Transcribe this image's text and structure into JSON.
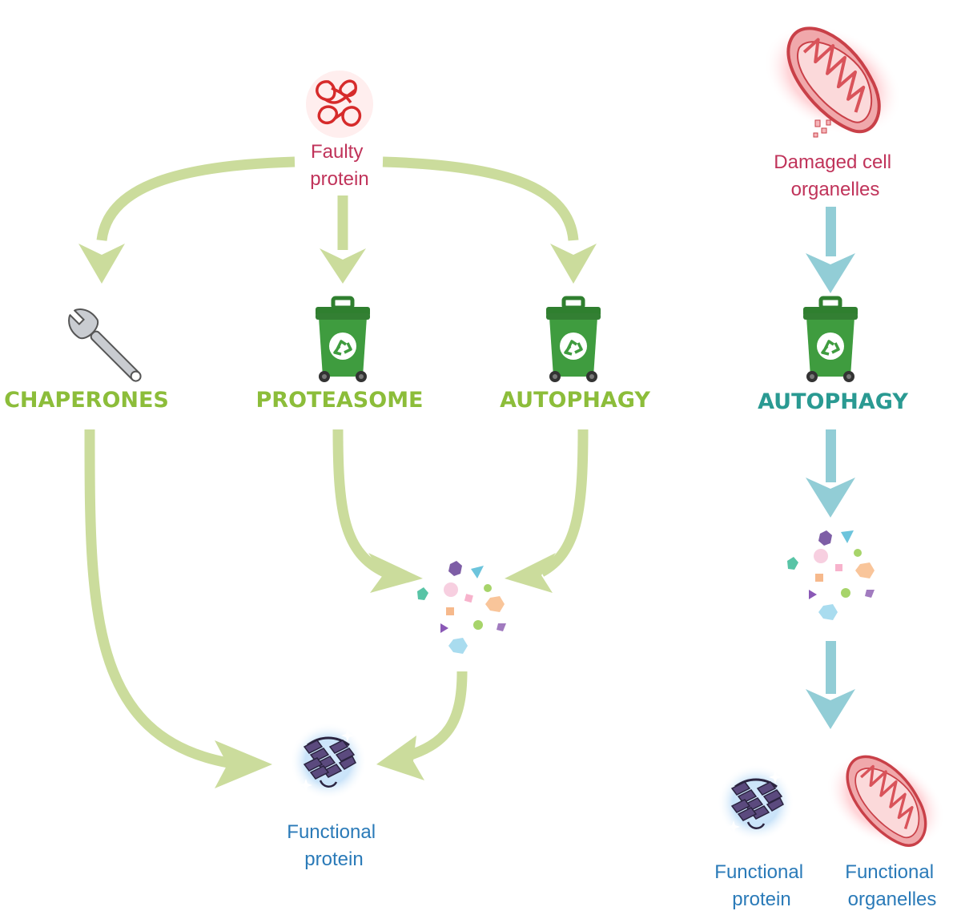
{
  "labels": {
    "faulty_protein": [
      "Faulty",
      "protein"
    ],
    "damaged_organelles": [
      "Damaged cell",
      "organelles"
    ],
    "chaperones": "CHAPERONES",
    "proteasome": "PROTEASOME",
    "autophagy_left": "AUTOPHAGY",
    "autophagy_right": "AUTOPHAGY",
    "functional_protein_left": [
      "Functional",
      "protein"
    ],
    "functional_protein_right": [
      "Functional",
      "protein"
    ],
    "functional_organelles": [
      "Functional",
      "organelles"
    ]
  },
  "colors": {
    "green_arrow": "#cbdc9c",
    "teal_arrow": "#92cdd6",
    "green_heading": "#8cbd3a",
    "teal_heading": "#2a9a92",
    "red_text": "#c0335a",
    "blue_text": "#2a7ab8",
    "bin_green": "#3f9c3f",
    "protein_purple": "#5b4a7e",
    "mito_red": "#d9535a"
  },
  "icons": {
    "faulty_protein": "tangled-protein-icon",
    "damaged_mitochondrion": "damaged-mitochondrion-icon",
    "wrench": "wrench-icon",
    "bins": "recycling-bin-icon",
    "fragments": "protein-fragments-icon",
    "helix": "folded-protein-helix-icon",
    "mitochondrion": "mitochondrion-icon"
  }
}
